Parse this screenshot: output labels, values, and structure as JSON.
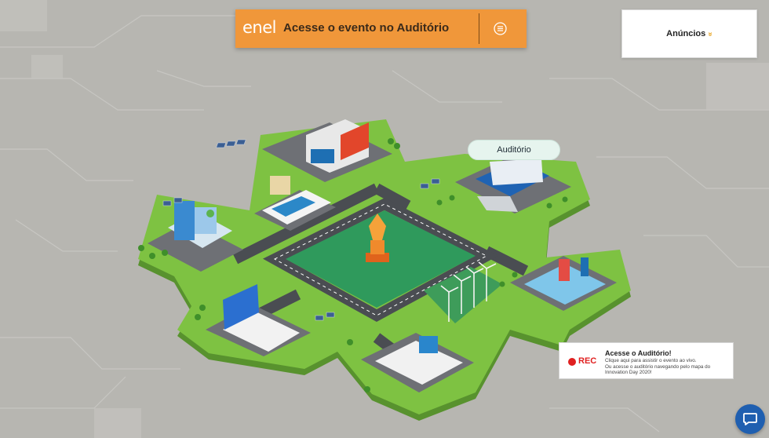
{
  "banner": {
    "logo": "enel",
    "title": "Acesse o evento no Auditório",
    "menu_icon": "menu-circle-icon"
  },
  "announcements": {
    "label": "Anúncios",
    "chevron": "»",
    "chevron_icon": "double-chevron-down-icon"
  },
  "map": {
    "auditorium_label": "Auditório"
  },
  "rec_card": {
    "badge": "REC",
    "title": "Acesse o Auditório!",
    "line1": "Clique aqui para assistir o evento ao vivo.",
    "line2": "Ou acesse o auditório navegando pelo mapa do Innovation Day 2020!"
  },
  "chat": {
    "icon": "chat-bubble-icon"
  },
  "colors": {
    "accent_orange": "#f0973a",
    "background": "#b7b6b1",
    "grass": "#7ec242",
    "road": "#4a4d52",
    "rec_red": "#e02020",
    "chat_blue": "#1f5fb0"
  }
}
